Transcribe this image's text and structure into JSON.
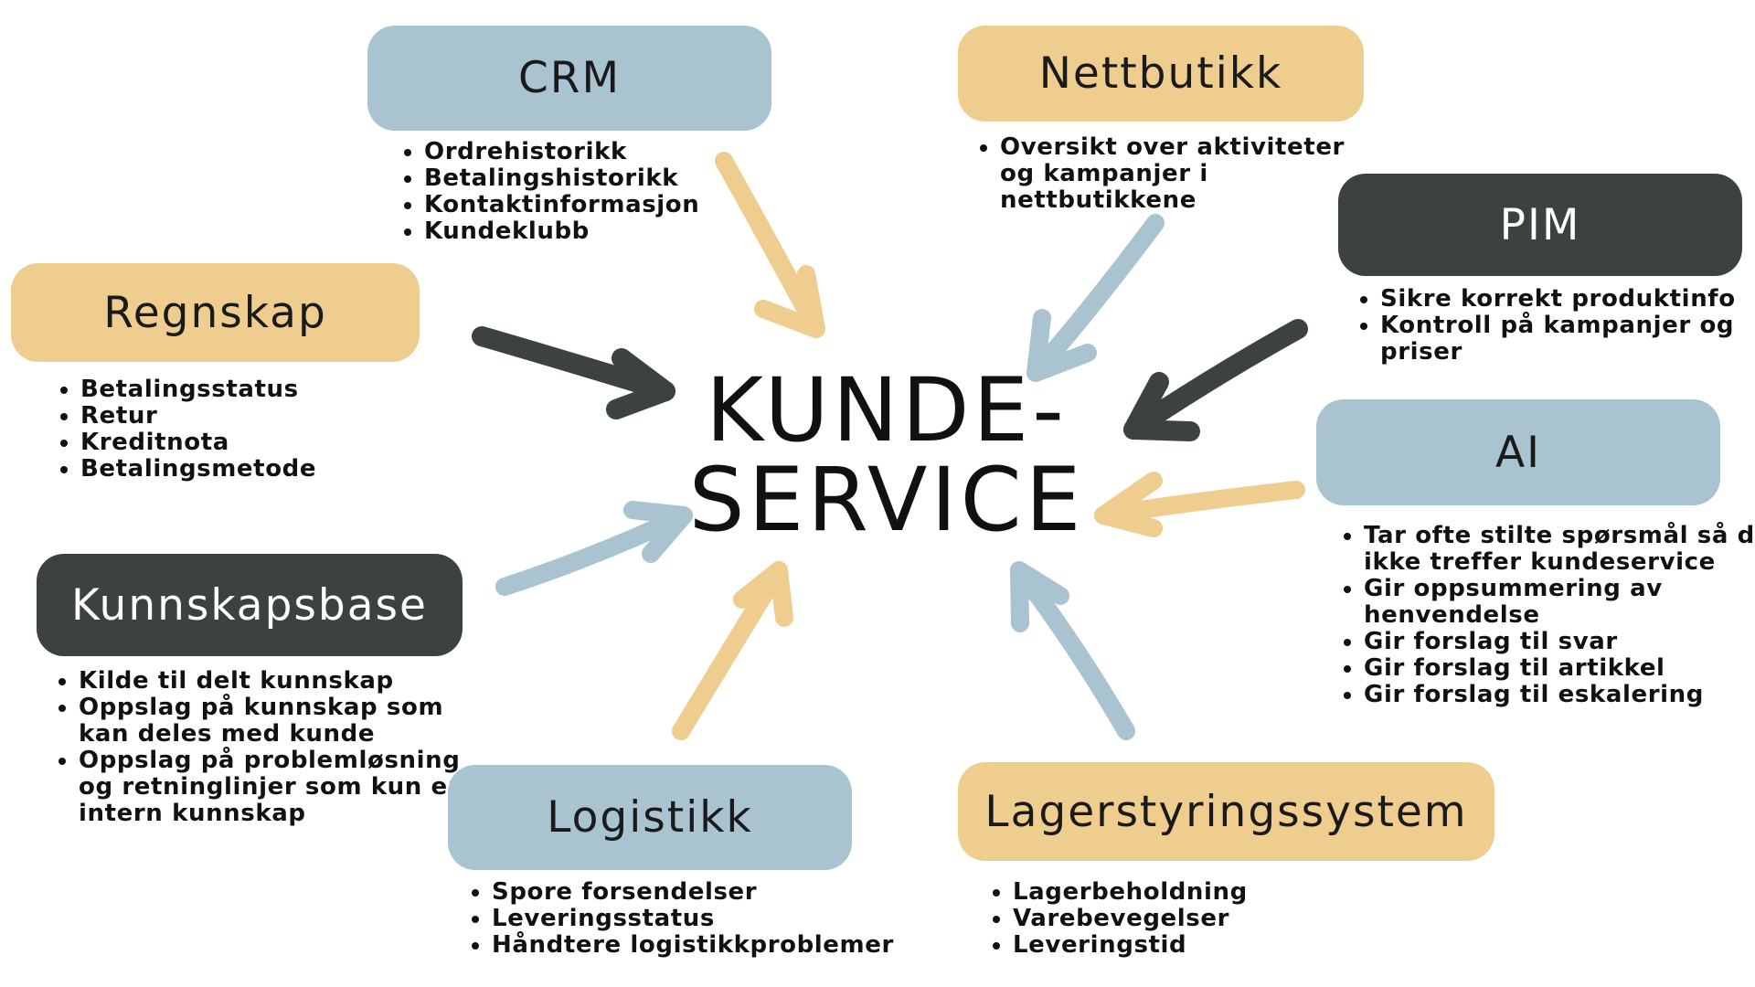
{
  "center": {
    "line1": "KUNDE-",
    "line2": "SERVICE"
  },
  "colors": {
    "blue": "#a9c3d0",
    "sand": "#efcd8f",
    "dark": "#3c4142"
  },
  "nodes": [
    {
      "id": "crm",
      "title": "CRM",
      "style": "blue",
      "items": [
        "Ordrehistorikk",
        "Betalingshistorikk",
        "Kontaktinformasjon",
        "Kundeklubb"
      ]
    },
    {
      "id": "nettbutikk",
      "title": "Nettbutikk",
      "style": "sand",
      "items": [
        "Oversikt over aktiviteter og kampanjer i nettbutikkene"
      ]
    },
    {
      "id": "pim",
      "title": "PIM",
      "style": "dark",
      "items": [
        "Sikre korrekt produktinfo",
        "Kontroll på kampanjer og priser"
      ]
    },
    {
      "id": "regnskap",
      "title": "Regnskap",
      "style": "sand",
      "items": [
        "Betalingsstatus",
        "Retur",
        "Kreditnota",
        "Betalingsmetode"
      ]
    },
    {
      "id": "ai",
      "title": "AI",
      "style": "blue",
      "items": [
        "Tar ofte stilte spørsmål så de ikke treffer kundeservice",
        "Gir oppsummering av henvendelse",
        "Gir forslag til svar",
        "Gir forslag til artikkel",
        "Gir forslag til eskalering"
      ]
    },
    {
      "id": "kunnskapsbase",
      "title": "Kunnskapsbase",
      "style": "dark",
      "items": [
        "Kilde til delt kunnskap",
        "Oppslag på kunnskap som kan deles med kunde",
        "Oppslag på problemløsning og retninglinjer som kun er intern kunnskap"
      ]
    },
    {
      "id": "logistikk",
      "title": "Logistikk",
      "style": "blue",
      "items": [
        "Spore forsendelser",
        "Leveringsstatus",
        "Håndtere logistikkproblemer"
      ]
    },
    {
      "id": "lager",
      "title": "Lagerstyringssystem",
      "style": "sand",
      "items": [
        "Lagerbeholdning",
        "Varebevegelser",
        "Leveringstid"
      ]
    }
  ]
}
